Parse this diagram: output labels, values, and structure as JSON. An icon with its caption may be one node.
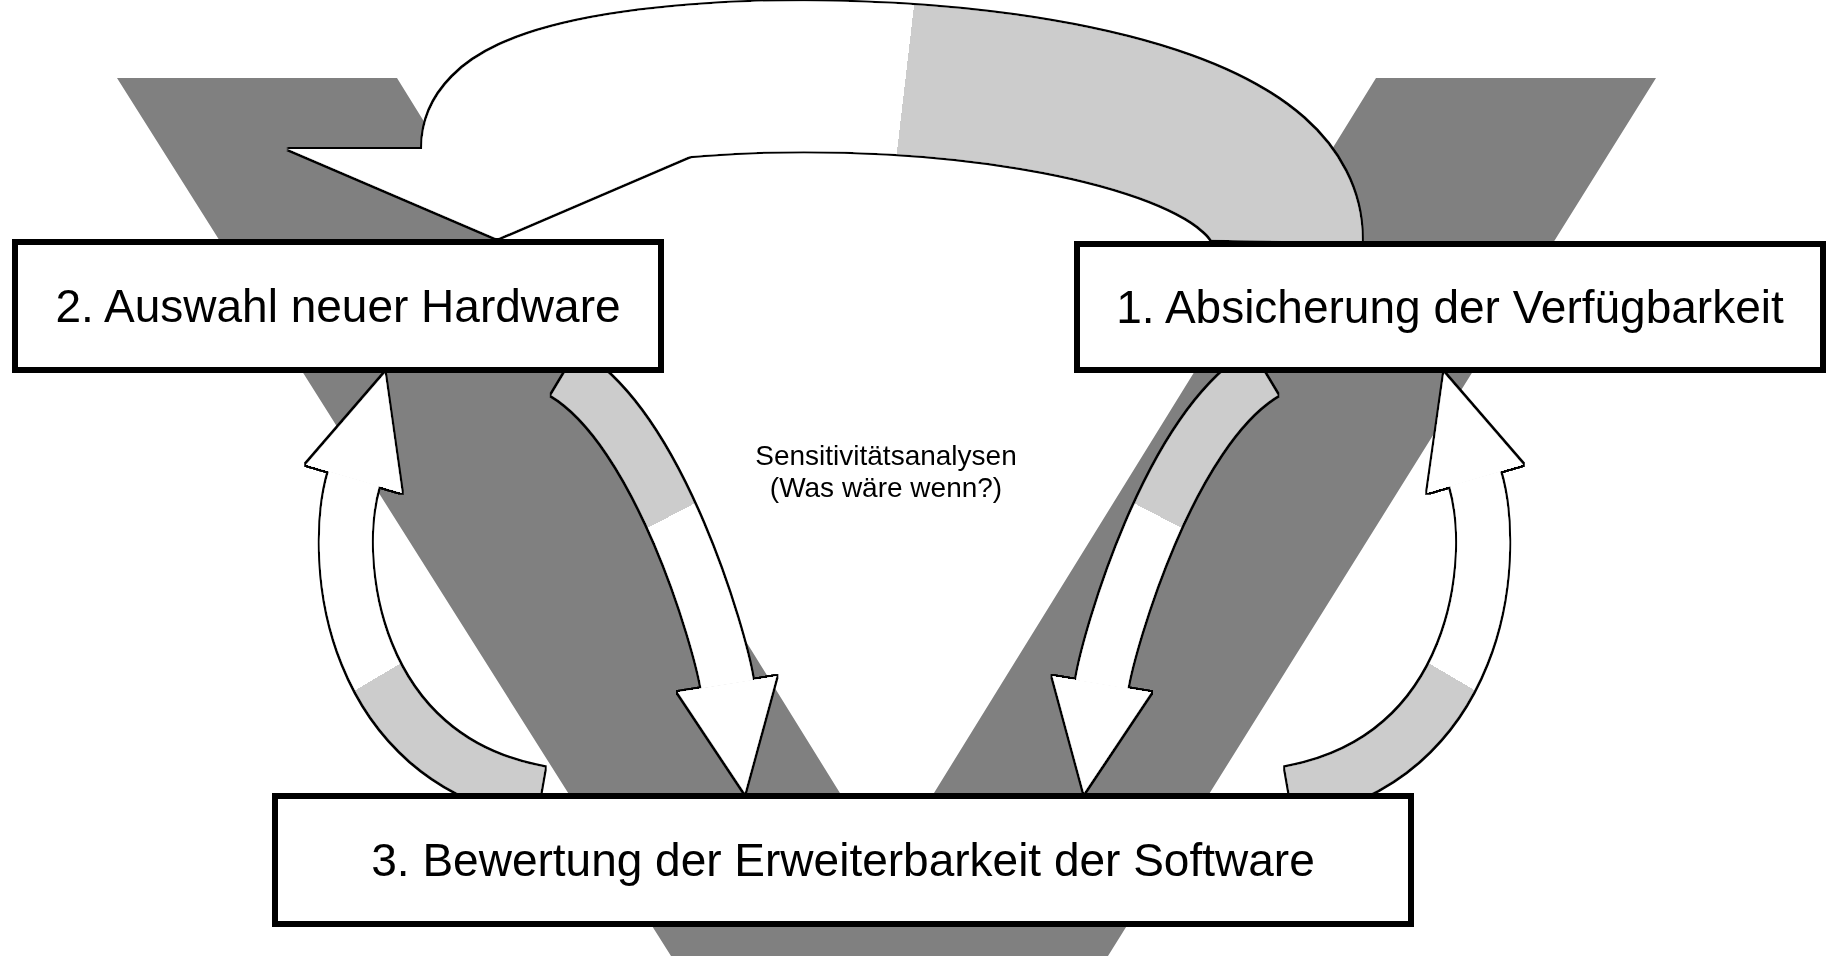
{
  "diagram": {
    "nodes": [
      {
        "text": [
          "2. Auswahl neuer Hardware"
        ]
      },
      {
        "text": [
          "1. Absicherung der Verfügbarkeit"
        ]
      },
      {
        "text": [
          "3. Bewertung der Erweiterbarkeit der Software"
        ]
      }
    ],
    "edges": [
      {
        "from": 1,
        "to": 0,
        "arrow": "to"
      },
      {
        "from": 2,
        "to": 0,
        "arrow": "to"
      },
      {
        "from": 0,
        "to": 2,
        "arrow": "to"
      },
      {
        "from": 1,
        "to": 2,
        "arrow": "to"
      },
      {
        "from": 2,
        "to": 1,
        "arrow": "to"
      }
    ],
    "labels": [
      "Sensitivitätsanalysen (Was wäre wenn?)"
    ]
  }
}
